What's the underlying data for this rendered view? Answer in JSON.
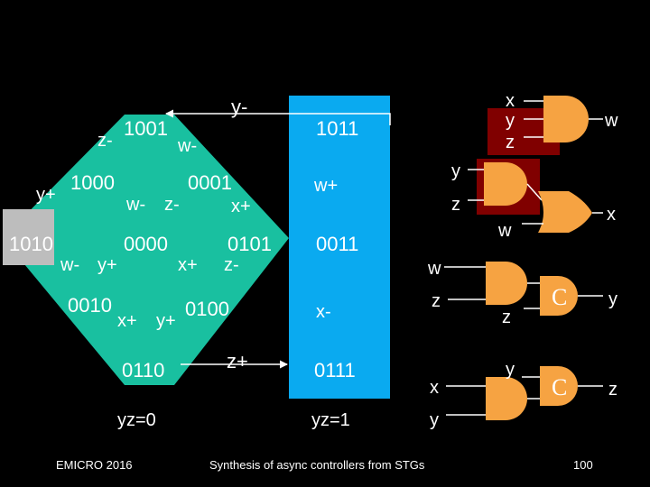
{
  "colors": {
    "background": "#000000",
    "region_teal": "#19c0a0",
    "region_gray": "#bdbdbd",
    "blue_bar": "#0aaaf0",
    "gate_orange": "#f6a342",
    "dark_red": "#800000",
    "text": "#ffffff"
  },
  "left_graph": {
    "states": [
      "1001",
      "1000",
      "0001",
      "1010",
      "0000",
      "0101",
      "0010",
      "0100",
      "0110"
    ],
    "transitions": [
      "z-",
      "w-",
      "y-",
      "y+",
      "w-",
      "z-",
      "x+",
      "w-",
      "y+",
      "x+",
      "z-",
      "x+",
      "y+",
      "z+"
    ],
    "caption": "yz=0"
  },
  "right_graph": {
    "states": [
      "1011",
      "0011",
      "0111"
    ],
    "transitions": [
      "w+",
      "x-"
    ],
    "caption": "yz=1"
  },
  "circuit": {
    "inputs_and3": [
      "x",
      "y",
      "z"
    ],
    "output_and3": "w",
    "inputs_and2_top": [
      "y",
      "z"
    ],
    "input_or_extra": "w",
    "output_or": "x",
    "inputs_and2_mid": [
      "w",
      "z"
    ],
    "c_inputs_1": [
      "z"
    ],
    "output_c1": "y",
    "inputs_and2_bottom": [
      "x",
      "y"
    ],
    "c_inputs_2": [
      "y"
    ],
    "output_c2": "z",
    "c_symbol": "C"
  },
  "footer": {
    "left": "EMICRO 2016",
    "center": "Synthesis of async controllers from STGs",
    "page": "100"
  }
}
